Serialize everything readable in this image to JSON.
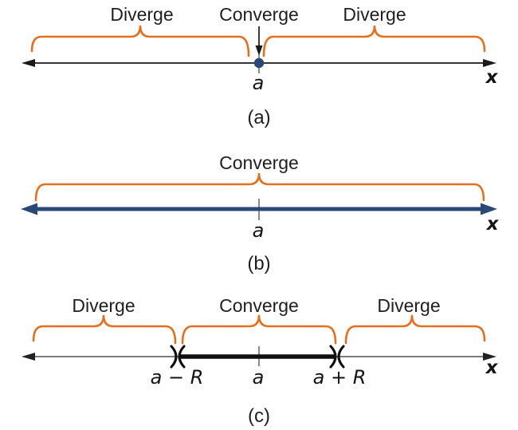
{
  "figure": {
    "colors": {
      "brace_orange": "#E4701E",
      "navy_blue": "#2A4878",
      "axis_black": "#1A1A1A",
      "axis_gray": "#6A6A6A",
      "segment_black": "#0F0F0F",
      "tick_gray": "#787878",
      "text_color": "#1F1F1F"
    },
    "panel_a": {
      "caption": "(a)",
      "labels": {
        "diverge_left": "Diverge",
        "converge": "Converge",
        "diverge_right": "Diverge"
      },
      "center_label": "a",
      "axis_label": "x"
    },
    "panel_b": {
      "caption": "(b)",
      "labels": {
        "converge": "Converge"
      },
      "center_label": "a",
      "axis_label": "x"
    },
    "panel_c": {
      "caption": "(c)",
      "labels": {
        "diverge_left": "Diverge",
        "converge": "Converge",
        "diverge_right": "Diverge"
      },
      "left_label": "a − R",
      "center_label": "a",
      "right_label": "a + R",
      "axis_label": "x"
    }
  }
}
